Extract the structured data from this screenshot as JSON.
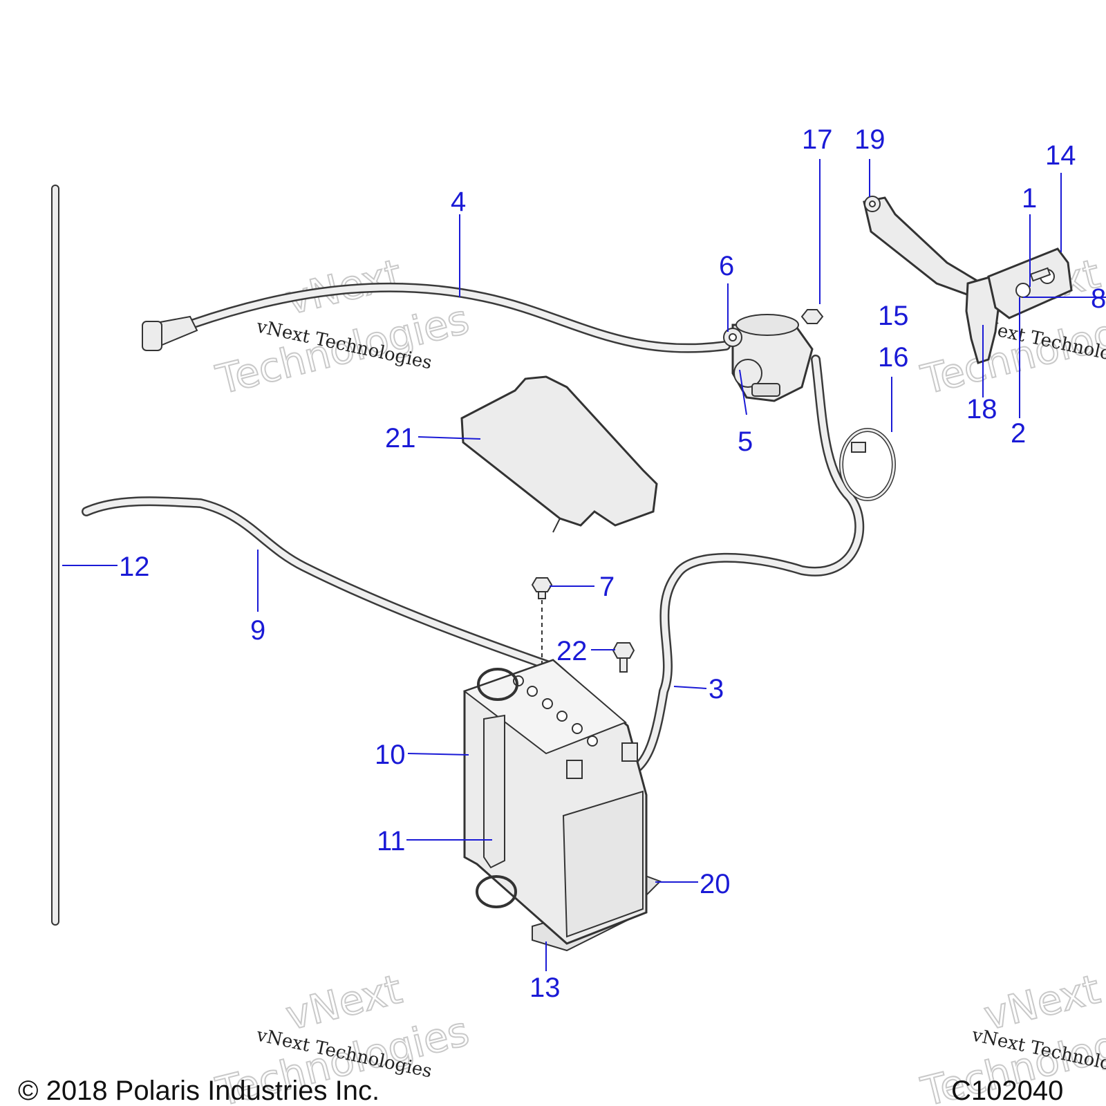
{
  "callouts": {
    "c1": "1",
    "c2": "2",
    "c3": "3",
    "c4": "4",
    "c5": "5",
    "c6": "6",
    "c7": "7",
    "c8": "8",
    "c9": "9",
    "c10": "10",
    "c11": "11",
    "c12": "12",
    "c13": "13",
    "c14": "14",
    "c15": "15",
    "c16": "16",
    "c17": "17",
    "c18": "18",
    "c19": "19",
    "c20": "20",
    "c21": "21",
    "c22": "22"
  },
  "watermark": {
    "brand": "vNext",
    "brand_sub": "Technologies",
    "line": "vNext Technologies"
  },
  "footer": {
    "copyright": "© 2018 Polaris Industries Inc.",
    "figure_code": "C102040"
  },
  "colors": {
    "callout": "#1a1ad6",
    "line_art": "#333333",
    "watermark": "#c9c9c9"
  }
}
